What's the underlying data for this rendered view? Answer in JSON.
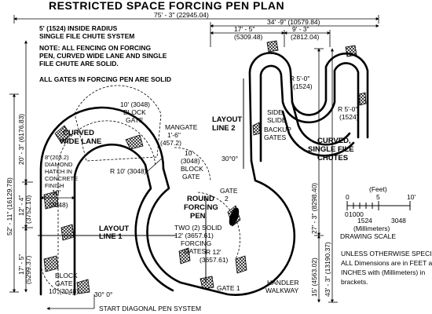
{
  "title": "RESTRICTED SPACE FORCING PEN PLAN",
  "dims": {
    "overall_width": "75' - 3\" (22945.04)",
    "right_width": "34' -9\" (10579.84)",
    "w_17_5": "17' - 5\"",
    "w_17_5_mm": "(5309.48)",
    "w_9_3": "9' - 3\"",
    "w_9_3_mm": "(2812.04)",
    "left_total": "52' - 11\" (16129.78)",
    "left_upper": "20' - 3\" (6176.83)",
    "left_mid": "12' - 4\"",
    "left_mid_mm": "(3752.10)",
    "left_low": "17' - 5\"",
    "left_low_mm": "(5299.37)",
    "right_27": "27' - 3\" (8298.40)",
    "right_43": "43' - 3\" (13190.37)",
    "right_15": "15' (4563.02)",
    "w_10": "10'",
    "w_10_mm": "(3048)"
  },
  "notes": {
    "radius_line1": "5' (1524) INSIDE RADIUS",
    "radius_line2": "SINGLE FILE CHUTE SYSTEM",
    "fence_1": "NOTE:  ALL FENCING ON FORCING",
    "fence_2": "PEN, CURVED WIDE LANE AND SINGLE",
    "fence_3": "FILE CHUTE ARE SOLID.",
    "gates": "ALL GATES IN FORCING PEN ARE SOLID",
    "spec_1": "UNLESS OTHERWISE SPECIFIED",
    "spec_2": "ALL Dimensions are in FEET and",
    "spec_3": "INCHES with (Millimeters) in",
    "spec_4": "brackets."
  },
  "labels": {
    "curved_wide_lane_1": "CURVED",
    "curved_wide_lane_2": "WIDE LANE",
    "diamond_1": "8\"(203.2)",
    "diamond_2": "DIAMOND",
    "diamond_3": "HATCH IN",
    "diamond_4": "CONCRETE",
    "diamond_5": "FINISH",
    "block_gate_top_1": "10' (3048)",
    "block_gate_top_2": "BLOCK",
    "block_gate_top_3": "GATE",
    "mangate_1": "MANGATE",
    "mangate_2": "1'-6\"",
    "mangate_3": "(457.2)",
    "block_gate_mid_1": "10'",
    "block_gate_mid_2": "(3048)",
    "block_gate_mid_3": "BLOCK",
    "block_gate_mid_4": "GATE",
    "r10": "R 10' (3048)",
    "layout_line1": "LAYOUT",
    "layout_line1b": "LINE 1",
    "layout_line2": "LAYOUT",
    "layout_line2b": "LINE 2",
    "angle_30": "30°0°",
    "angle_30b": "30° 0°",
    "r5_top_1": "R 5'-0\"",
    "r5_top_2": "(1524)",
    "r5_right_1": "R 5'-0\"",
    "r5_right_2": "(1524)",
    "side_slide_1": "SIDE",
    "side_slide_2": "SLIDE",
    "backup_1": "BACKUP",
    "backup_2": "GATES",
    "curved_chutes_1": "CURVED,",
    "curved_chutes_2": "SINGLE FILE",
    "curved_chutes_3": "CHUTES",
    "round_pen_1": "ROUND",
    "round_pen_2": "FORCING",
    "round_pen_3": "PEN",
    "gate2_1": "GATE",
    "gate2_2": "2",
    "two_solid_1": "TWO (2) SOLID",
    "two_solid_2": "12' (3657.61)",
    "two_solid_3": "FORCING",
    "two_solid_4": "GATES",
    "r12_1": "R 12'",
    "r12_2": "(3657.61)",
    "gate1": "GATE 1",
    "handler_1": "HANDLER",
    "handler_2": "WALKWAY",
    "block_gate_low_1": "BLOCK",
    "block_gate_low_2": "GATE",
    "block_gate_low_3": "10' (3048)",
    "start_diag": "START DIAGONAL PEN SYSTEM"
  },
  "scale": {
    "feet_label": "(Feet)",
    "tick_0": "0",
    "tick_5": "5",
    "tick_10": "10'",
    "mm_0": "0",
    "mm_1000": "1000",
    "mm_1524": "1524",
    "mm_3048": "3048",
    "mm_label": "(Millimeters)",
    "caption": "DRAWING SCALE"
  }
}
